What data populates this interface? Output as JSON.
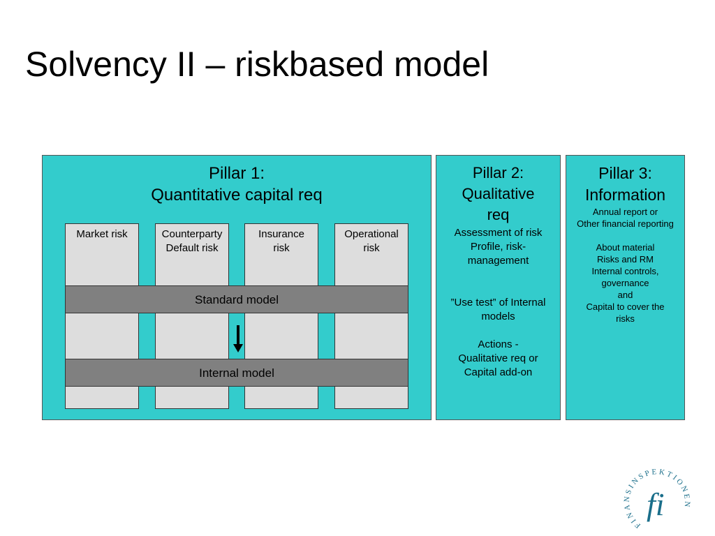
{
  "title": "Solvency II – riskbased model",
  "pillar1": {
    "title_line1": "Pillar 1:",
    "title_line2": "Quantitative capital req",
    "columns": [
      {
        "line1": "Market risk",
        "line2": ""
      },
      {
        "line1": "Counterparty",
        "line2": "Default risk"
      },
      {
        "line1": "Insurance",
        "line2": "risk"
      },
      {
        "line1": "Operational",
        "line2": "risk"
      }
    ],
    "standard_model": "Standard model",
    "internal_model": "Internal model"
  },
  "pillar2": {
    "title_lines": [
      "Pillar 2:",
      "Qualitative",
      "req"
    ],
    "para1": [
      "Assessment of risk",
      "Profile, risk-",
      "management"
    ],
    "para2": [
      "”Use test” of Internal",
      "models"
    ],
    "para3": [
      "Actions -",
      "Qualitative req or",
      "Capital add-on"
    ]
  },
  "pillar3": {
    "title_lines": [
      "Pillar 3:",
      "Information"
    ],
    "para1": [
      "Annual report or",
      "Other financial reporting"
    ],
    "para2": [
      "About material",
      "Risks and RM",
      "Internal controls,",
      "governance",
      "and",
      "Capital to cover the",
      "risks"
    ]
  },
  "logo": {
    "ring_text": "FINANSINSPEKTIONEN",
    "mark": "fi",
    "color": "#1a6e8a"
  },
  "colors": {
    "pillar_bg": "#33cccc",
    "risk_box": "#dddddd",
    "model_band": "#808080"
  }
}
